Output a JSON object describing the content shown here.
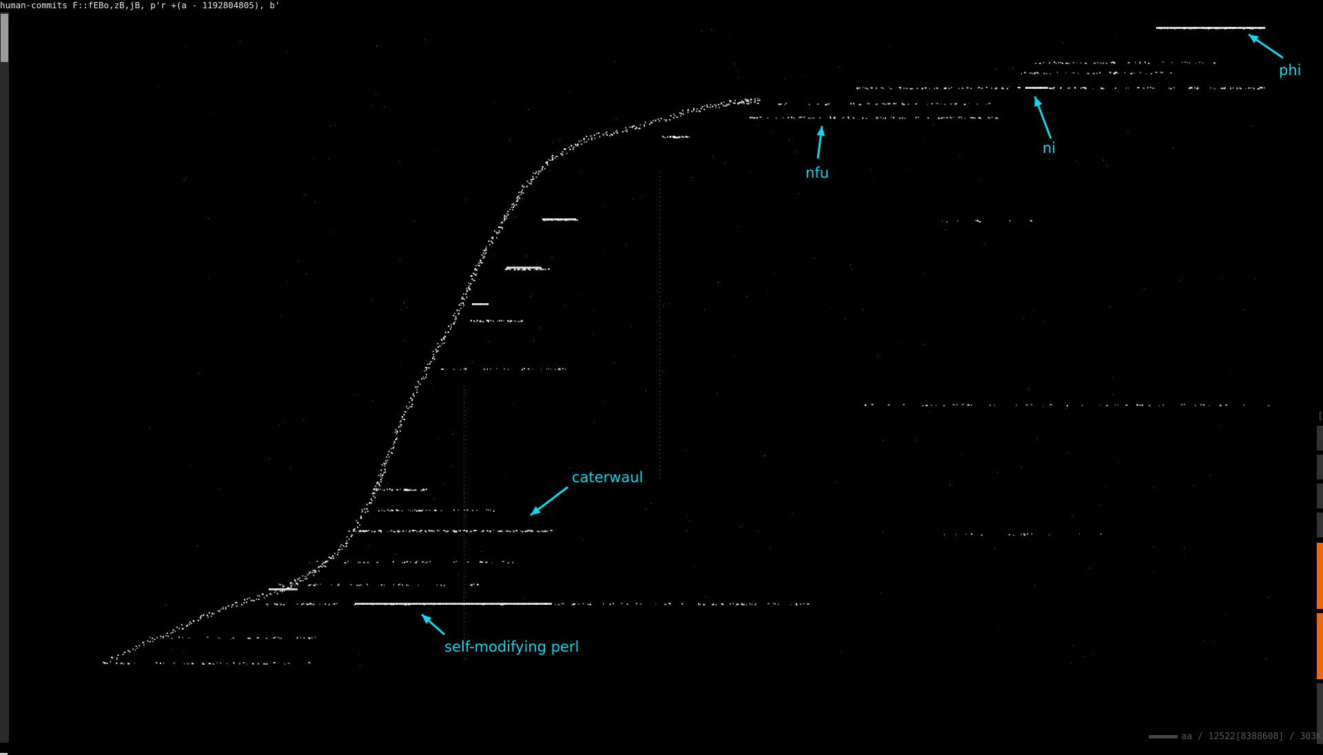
{
  "window": {
    "command": "human-commits F::fEBo,zB,jB, p'r +(a - 1192804805), b'"
  },
  "annotations": [
    {
      "label": "phi"
    },
    {
      "label": "ni"
    },
    {
      "label": "nfu"
    },
    {
      "label": "caterwaul"
    },
    {
      "label": "self-modifying perl"
    }
  ],
  "colors": {
    "background": "#000000",
    "points": "#ffffff",
    "annotation": "#16d6ee",
    "accent_tab": "#ee6610"
  },
  "right_panel": {
    "bracket": "["
  },
  "status": {
    "text": "aa / 12522[8388608] / 303K"
  }
}
